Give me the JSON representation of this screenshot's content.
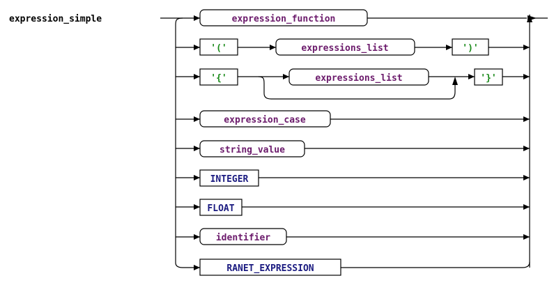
{
  "rule_name": "expression_simple",
  "colors": {
    "nonterminal": "#6b1a6b",
    "literal": "#1a8a1a",
    "token": "#1a1a80",
    "line": "#000000"
  },
  "alternatives": [
    {
      "items": [
        {
          "kind": "nonterminal",
          "text": "expression_function"
        }
      ]
    },
    {
      "items": [
        {
          "kind": "literal",
          "text": "'('"
        },
        {
          "kind": "nonterminal",
          "text": "expressions_list"
        },
        {
          "kind": "literal",
          "text": "')'"
        }
      ]
    },
    {
      "items": [
        {
          "kind": "literal",
          "text": "'{'"
        },
        {
          "kind": "nonterminal",
          "text": "expressions_list",
          "optional": true
        },
        {
          "kind": "literal",
          "text": "'}'"
        }
      ]
    },
    {
      "items": [
        {
          "kind": "nonterminal",
          "text": "expression_case"
        }
      ]
    },
    {
      "items": [
        {
          "kind": "nonterminal",
          "text": "string_value"
        }
      ]
    },
    {
      "items": [
        {
          "kind": "token",
          "text": "INTEGER"
        }
      ]
    },
    {
      "items": [
        {
          "kind": "token",
          "text": "FLOAT"
        }
      ]
    },
    {
      "items": [
        {
          "kind": "nonterminal",
          "text": "identifier"
        }
      ]
    },
    {
      "items": [
        {
          "kind": "token",
          "text": "RANET_EXPRESSION"
        }
      ]
    }
  ]
}
